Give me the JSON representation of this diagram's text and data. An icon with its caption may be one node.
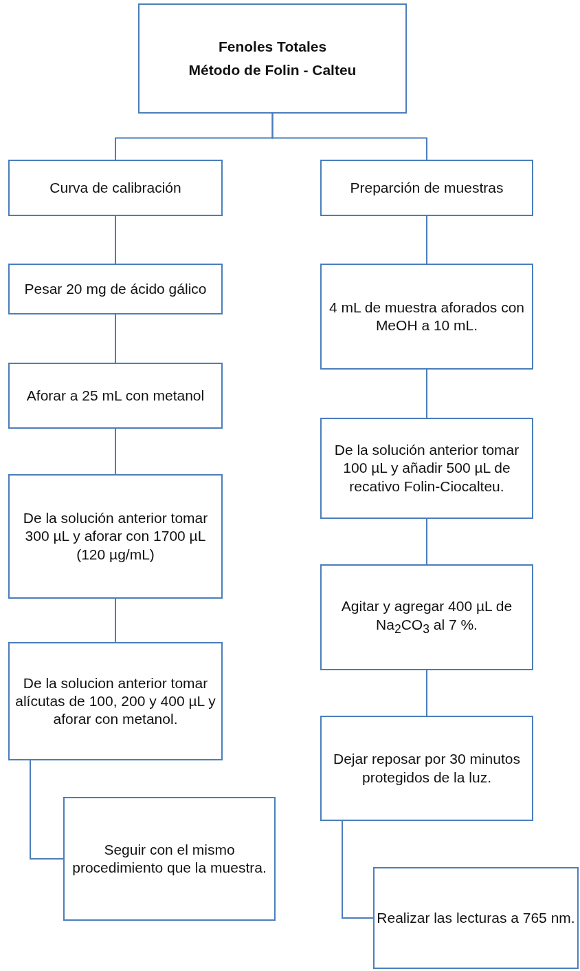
{
  "diagram": {
    "nodes": [
      {
        "text": [
          "Fenoles Totales",
          "Método de Folin - Calteu"
        ]
      },
      {
        "text": [
          "Curva de calibración"
        ]
      },
      {
        "text": [
          "Preparción de muestras"
        ]
      },
      {
        "text": [
          "Pesar 20 mg de ácido gálico"
        ]
      },
      {
        "text": [
          "4 mL de muestra aforados con MeOH a 10 mL."
        ]
      },
      {
        "text": [
          "Aforar a 25 mL con metanol"
        ]
      },
      {
        "text": [
          "De la solución anterior tomar 100 µL y añadir 500 µL de recativo Folin-Ciocalteu."
        ]
      },
      {
        "text": [
          "De la solución anterior tomar 300 µL y aforar con 1700 µL (120 µg/mL)"
        ]
      },
      {
        "text": [
          "Agitar y agregar 400 µL de Na$_{2}$CO$_{3}$  al 7 %."
        ]
      },
      {
        "text": [
          "De la solucion anterior tomar alícutas de 100, 200 y 400 µL y aforar con metanol."
        ]
      },
      {
        "text": [
          "Dejar reposar por 30 minutos protegidos de la luz."
        ]
      },
      {
        "text": [
          "Seguir con el mismo procedimiento que la muestra."
        ]
      },
      {
        "text": [
          "Realizar las lecturas a 765 nm."
        ]
      }
    ],
    "edges": [
      {
        "from": 0,
        "to": 1,
        "arrow": "none"
      },
      {
        "from": 0,
        "to": 2,
        "arrow": "none"
      },
      {
        "from": 1,
        "to": 3,
        "arrow": "none"
      },
      {
        "from": 3,
        "to": 5,
        "arrow": "none"
      },
      {
        "from": 5,
        "to": 7,
        "arrow": "none"
      },
      {
        "from": 7,
        "to": 9,
        "arrow": "none"
      },
      {
        "from": 9,
        "to": 11,
        "arrow": "none"
      },
      {
        "from": 2,
        "to": 4,
        "arrow": "none"
      },
      {
        "from": 4,
        "to": 6,
        "arrow": "none"
      },
      {
        "from": 6,
        "to": 8,
        "arrow": "none"
      },
      {
        "from": 8,
        "to": 10,
        "arrow": "none"
      },
      {
        "from": 10,
        "to": 12,
        "arrow": "none"
      }
    ]
  }
}
